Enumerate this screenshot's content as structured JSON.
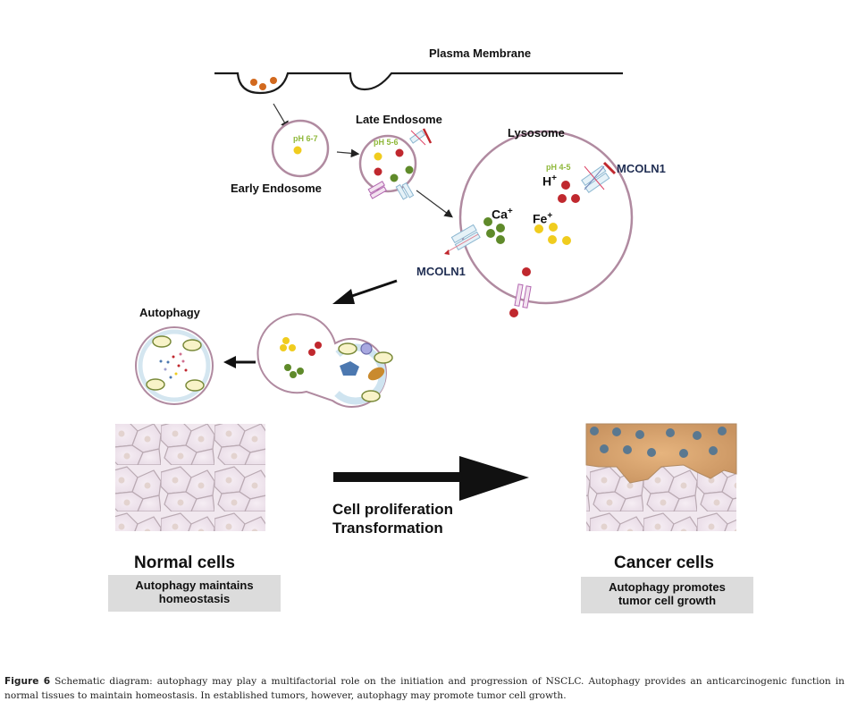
{
  "diagram": {
    "labels": {
      "plasma_membrane": "Plasma Membrane",
      "early_endosome": "Early Endosome",
      "late_endosome": "Late Endosome",
      "lysosome": "Lysosome",
      "mcoln1_top": "MCOLN1",
      "mcoln1_left": "MCOLN1",
      "autophagy": "Autophagy",
      "normal_cells": "Normal cells",
      "cancer_cells": "Cancer cells",
      "arrow_line1": "Cell proliferation",
      "arrow_line2": "Transformation"
    },
    "ph_labels": {
      "early": "pH 6-7",
      "late": "pH 5-6",
      "lysosome": "pH 4-5"
    },
    "ions": {
      "h": {
        "base": "H",
        "sup": "+"
      },
      "ca": {
        "base": "Ca",
        "sup": "+"
      },
      "fe": {
        "base": "Fe",
        "sup": "+"
      }
    },
    "boxes": {
      "normal_line1": "Autophagy maintains",
      "normal_line2": "homeostasis",
      "cancer_line1": "Autophagy promotes",
      "cancer_line2": "tumor cell growth"
    },
    "colors": {
      "membrane": "#b08aa0",
      "dot_orange": "#d2691e",
      "dot_yellow": "#f0cc1e",
      "dot_red": "#c0282e",
      "dot_green": "#5f8a2a",
      "label_navy": "#1f2d52",
      "ph_green": "#8fb83a",
      "box_gray": "#dcdcdc"
    }
  },
  "caption": {
    "label": "Figure 6",
    "text": " Schematic diagram: autophagy may play a multifactorial role on the initiation and progression of NSCLC. Autophagy provides an anticarcinogenic function in normal tissues to maintain homeostasis. In established tumors, however, autophagy may promote tumor cell growth."
  }
}
